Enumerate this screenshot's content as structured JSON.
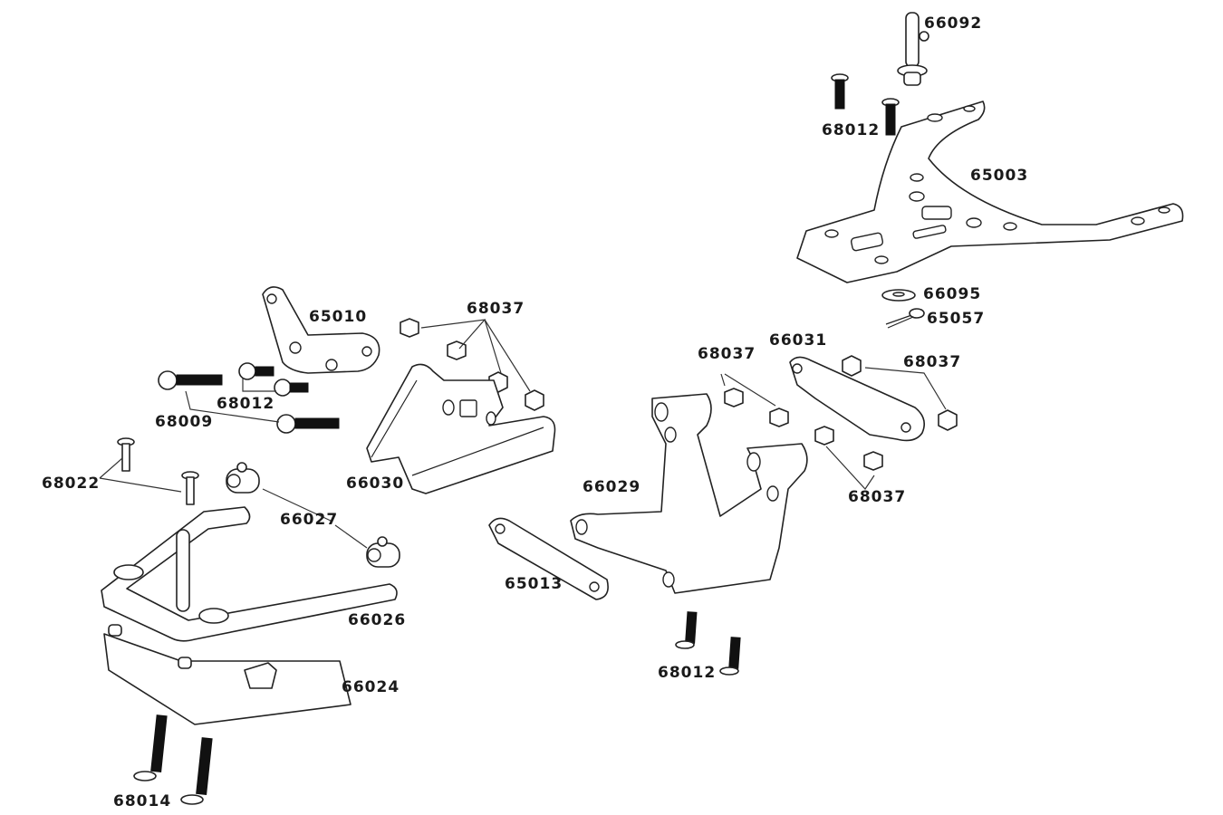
{
  "diagram": {
    "type": "exploded-parts-view",
    "labels": {
      "p66092": "66092",
      "p68012_top": "68012",
      "p65003": "65003",
      "p66095": "66095",
      "p65057": "65057",
      "p65010": "65010",
      "p68037_a": "68037",
      "p68012_left": "68012",
      "p68009": "68009",
      "p66030": "66030",
      "p68022": "68022",
      "p66027": "66027",
      "p66026": "66026",
      "p66024": "66024",
      "p68014": "68014",
      "p66031": "66031",
      "p68037_b": "68037",
      "p68037_c": "68037",
      "p68037_d": "68037",
      "p66029": "66029",
      "p65013": "65013",
      "p68012_bottom": "68012"
    }
  }
}
